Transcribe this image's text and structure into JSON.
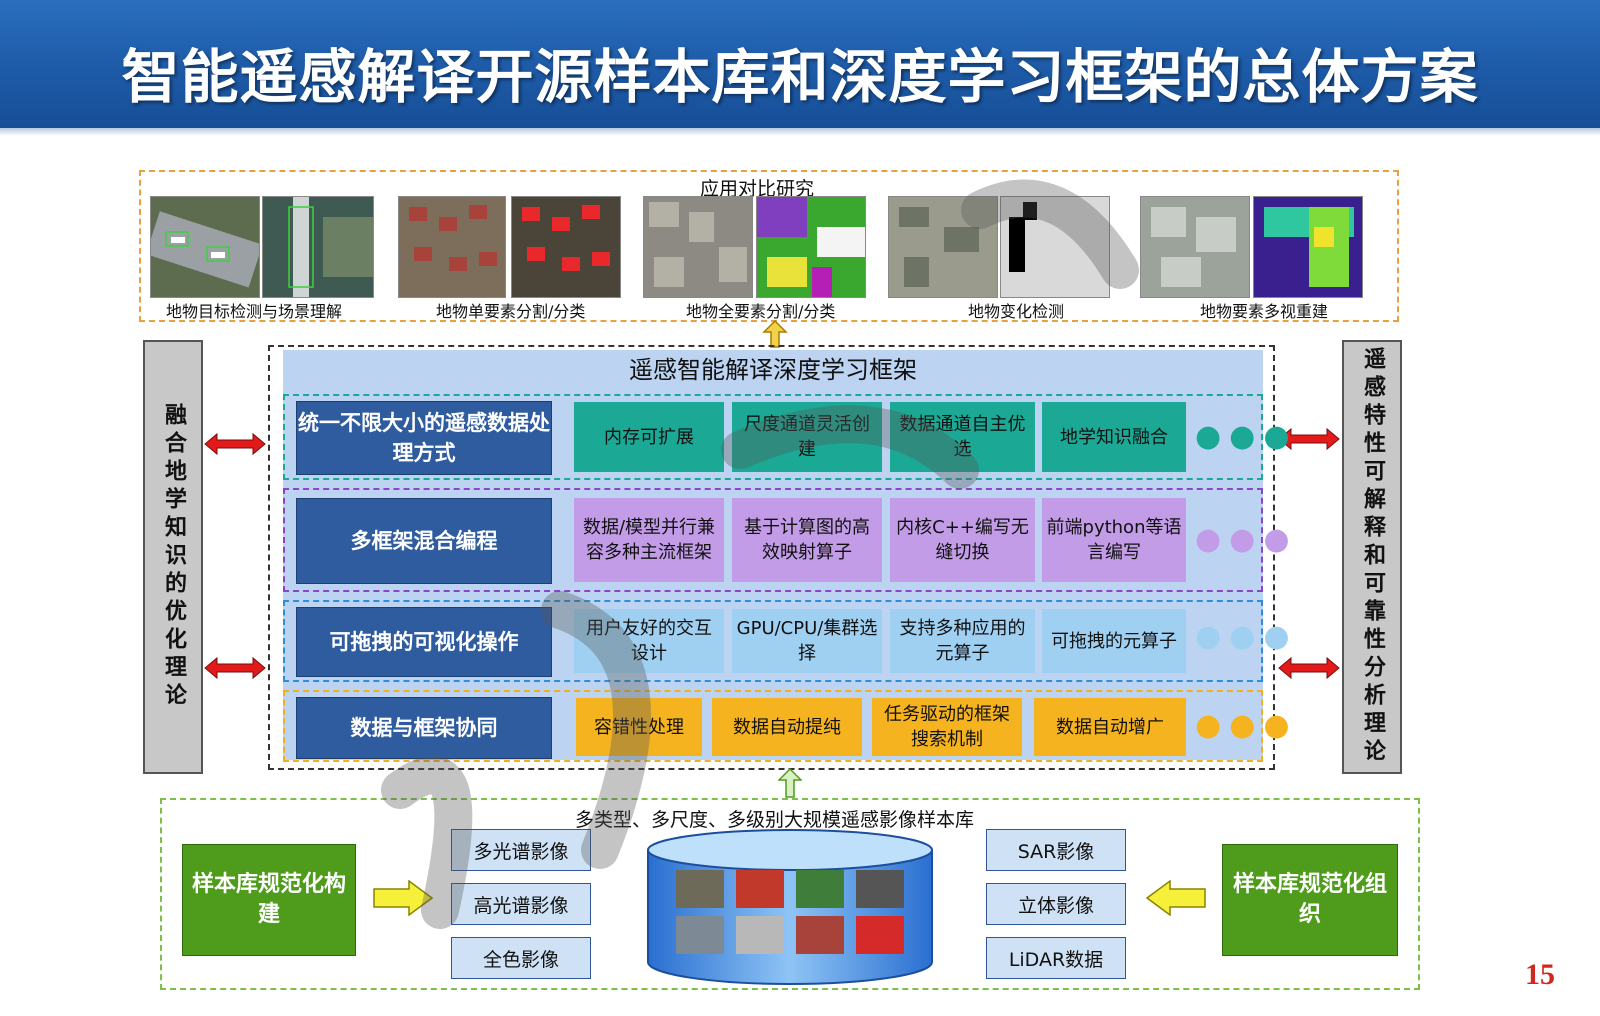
{
  "title": "智能遥感解译开源样本库和深度学习框架的总体方案",
  "applications": {
    "heading": "应用对比研究",
    "items": [
      {
        "caption": "地物目标检测与场景理解"
      },
      {
        "caption": "地物单要素分割/分类"
      },
      {
        "caption": "地物全要素分割/分类"
      },
      {
        "caption": "地物变化检测"
      },
      {
        "caption": "地物要素多视重建"
      }
    ]
  },
  "left_side": "融合地学知识的优化理论",
  "right_side": "遥感特性可解释和可靠性分析理论",
  "framework": {
    "title": "遥感智能解译深度学习框架",
    "rows": [
      {
        "label": "统一不限大小的遥感数据处理方式",
        "cells": [
          "内存可扩展",
          "尺度通道灵活创建",
          "数据通道自主优选",
          "地学知识融合"
        ]
      },
      {
        "label": "多框架混合编程",
        "cells": [
          "数据/模型并行兼容多种主流框架",
          "基于计算图的高效映射算子",
          "内核C++编写无缝切换",
          "前端python等语言编写"
        ]
      },
      {
        "label": "可拖拽的可视化操作",
        "cells": [
          "用户友好的交互设计",
          "GPU/CPU/集群选择",
          "支持多种应用的元算子",
          "可拖拽的元算子"
        ]
      },
      {
        "label": "数据与框架协同",
        "cells": [
          "容错性处理",
          "数据自动提纯",
          "任务驱动的框架搜索机制",
          "数据自动增广"
        ]
      }
    ],
    "dots": "●●●"
  },
  "sample_library": {
    "title": "多类型、多尺度、多级别大规模遥感影像样本库",
    "left_box": "样本库规范化构建",
    "right_box": "样本库规范化组织",
    "left_types": [
      "多光谱影像",
      "高光谱影像",
      "全色影像"
    ],
    "right_types": [
      "SAR影像",
      "立体影像",
      "LiDAR数据"
    ]
  },
  "page_number": "15",
  "colors": {
    "banner": "#1d5aa7",
    "row_teal": "#1ba894",
    "row_purple": "#c39ce8",
    "row_blue": "#9fd0f2",
    "row_orange": "#f5b320",
    "label_blue": "#2e5c9f",
    "green": "#4f9b1b"
  }
}
